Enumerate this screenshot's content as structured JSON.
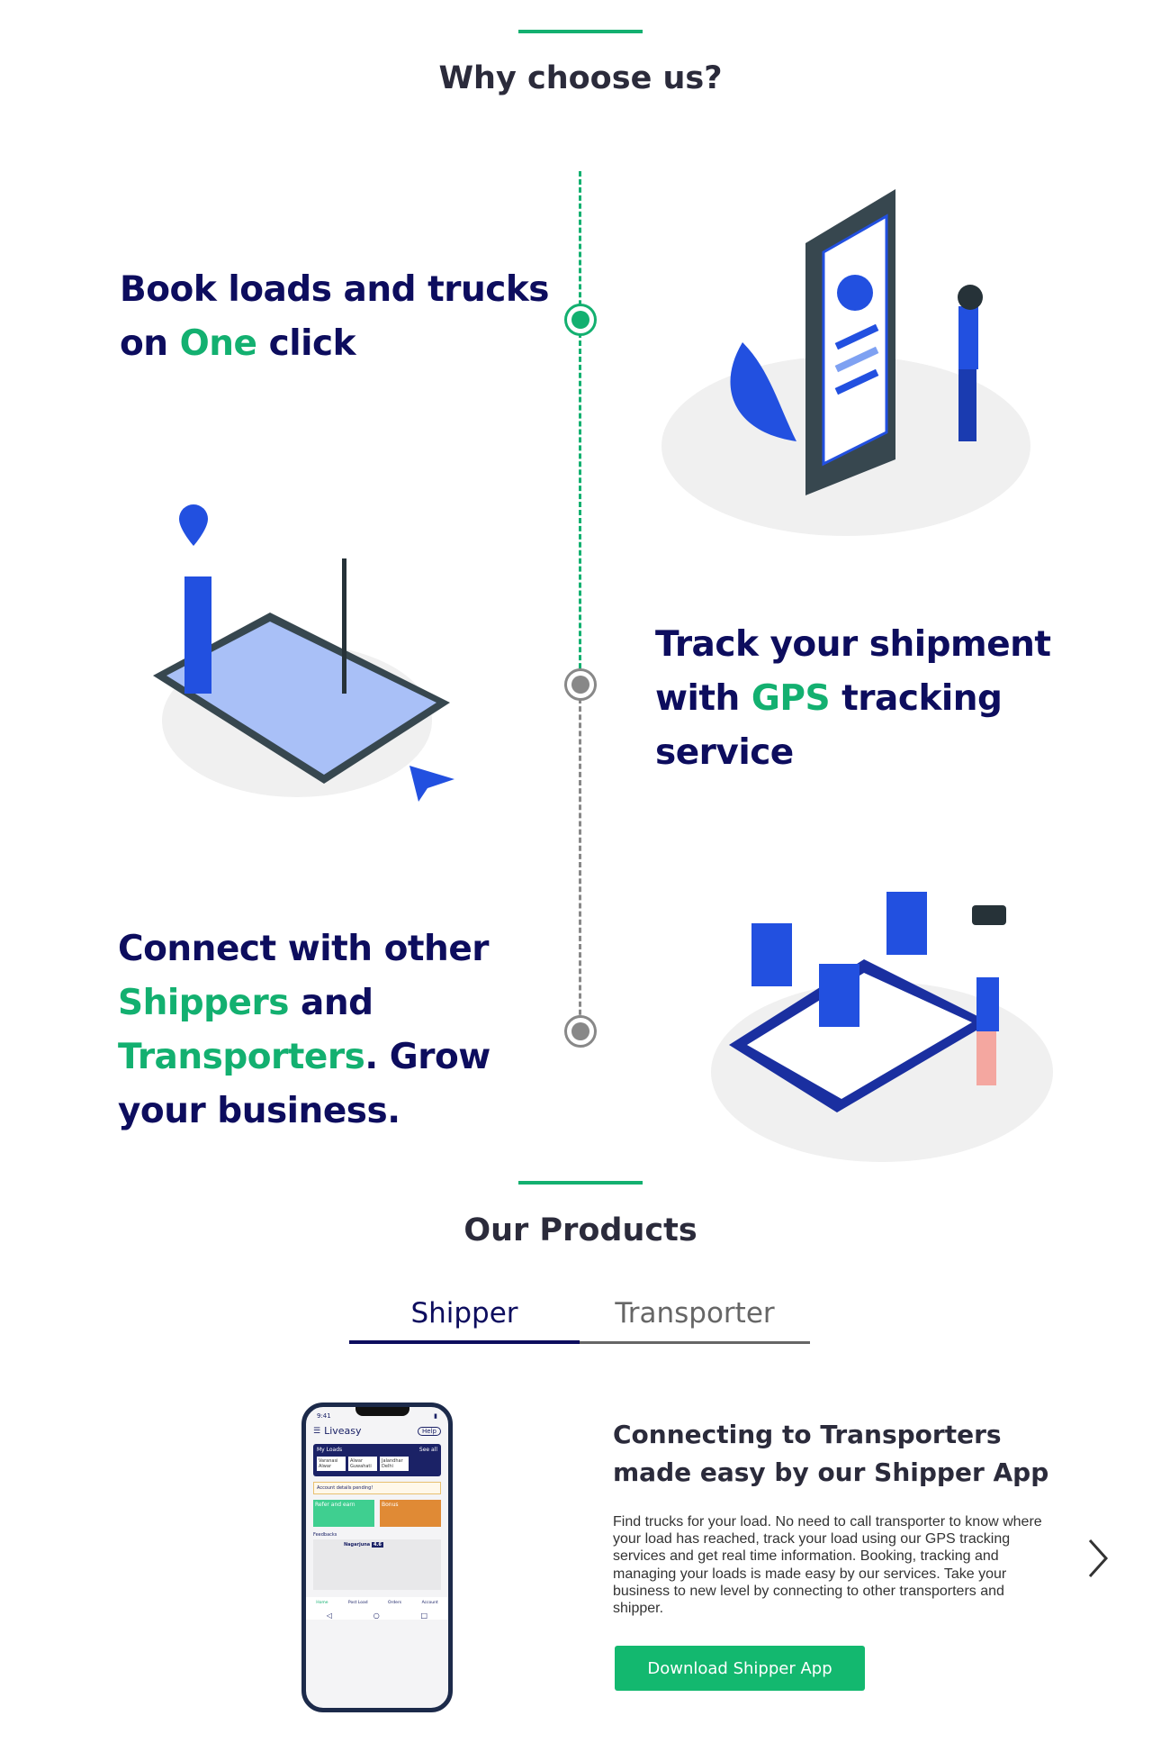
{
  "why": {
    "title": "Why choose us?"
  },
  "features": [
    {
      "pre": "Book loads and trucks on ",
      "hl": "One",
      "post": " click"
    },
    {
      "pre": "Track your shipment with ",
      "hl": "GPS",
      "post": " tracking service"
    },
    {
      "hl1": "Shippers",
      "mid": " and ",
      "hl2": "Transporters",
      "post": ". Grow your business.",
      "pre": "Connect with other "
    }
  ],
  "products": {
    "title": "Our Products",
    "tabs": [
      "Shipper",
      "Transporter"
    ],
    "active": 0,
    "heading": "Connecting to Transporters made easy by our Shipper App",
    "description": "Find trucks for your load. No need to call transporter to know where your load has reached, track your load using our GPS tracking services and get real time information. Booking, tracking and managing your loads is made easy by our services. Take your business to new level by connecting to other transporters and shipper.",
    "button": "Download Shipper App"
  },
  "phone": {
    "time": "9:41",
    "app": "Liveasy",
    "help": "Help",
    "my_loads": "My Loads",
    "see_all": "See all",
    "loads": [
      [
        "Varanasi",
        "Alwar"
      ],
      [
        "Alwar",
        "Guwahati"
      ],
      [
        "Jalandhar",
        "Delhi"
      ]
    ],
    "alert": "Account details pending!",
    "refer": "Refer and earn",
    "bonus": "Bonus",
    "feedbacks": "Feedbacks",
    "reviewer": "Nagarjuna",
    "rating": "4.6",
    "nav": [
      "Home",
      "Post Load",
      "Orders",
      "Account"
    ]
  },
  "colors": {
    "accent": "#13b070",
    "navy": "#0d0d5e"
  }
}
